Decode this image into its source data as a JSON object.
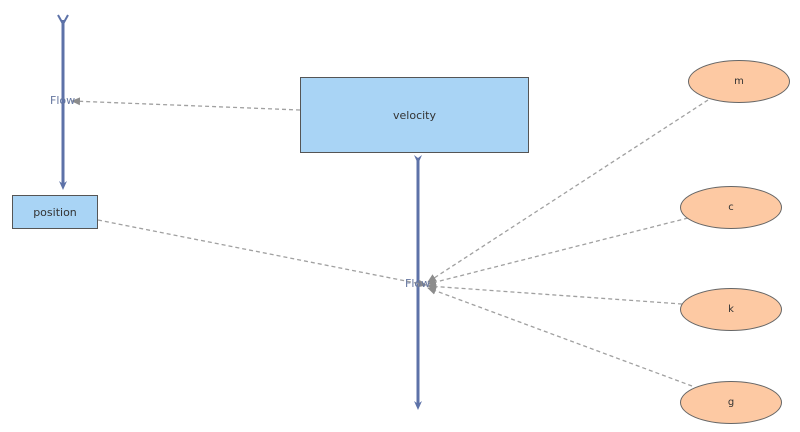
{
  "colors": {
    "stock_fill": "#a9d4f5",
    "aux_fill": "#fdc9a3",
    "flow_color": "#5d72a8",
    "link_color": "#a0a0a0"
  },
  "stocks": {
    "velocity": {
      "label": "velocity"
    },
    "position": {
      "label": "position"
    }
  },
  "flows": {
    "left": {
      "label": "Flow"
    },
    "center": {
      "label": "Flow"
    }
  },
  "auxiliaries": {
    "m": {
      "label": "m"
    },
    "c": {
      "label": "c"
    },
    "k": {
      "label": "k"
    },
    "g": {
      "label": "g"
    }
  }
}
